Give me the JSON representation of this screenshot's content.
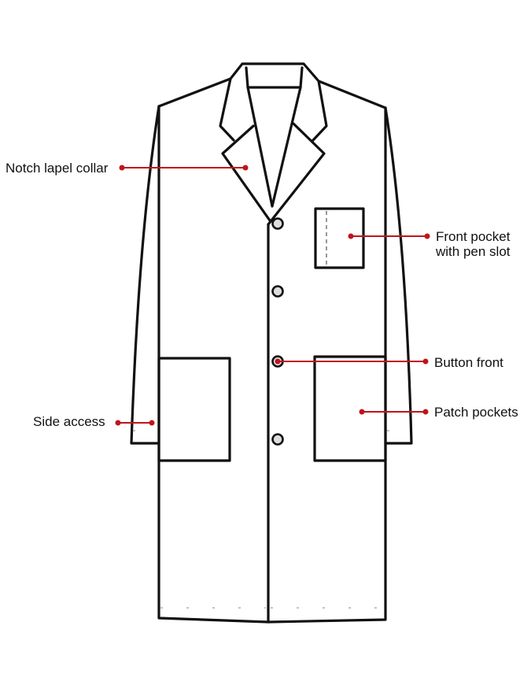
{
  "title": "Lab coat features",
  "accent_color": "#c0141c",
  "callouts": {
    "collar": "Notch lapel collar",
    "front_pocket_line1": "Front pocket",
    "front_pocket_line2": "with pen slot",
    "button_front": "Button front",
    "patch_pockets": "Patch pockets",
    "side_access": "Side access"
  }
}
